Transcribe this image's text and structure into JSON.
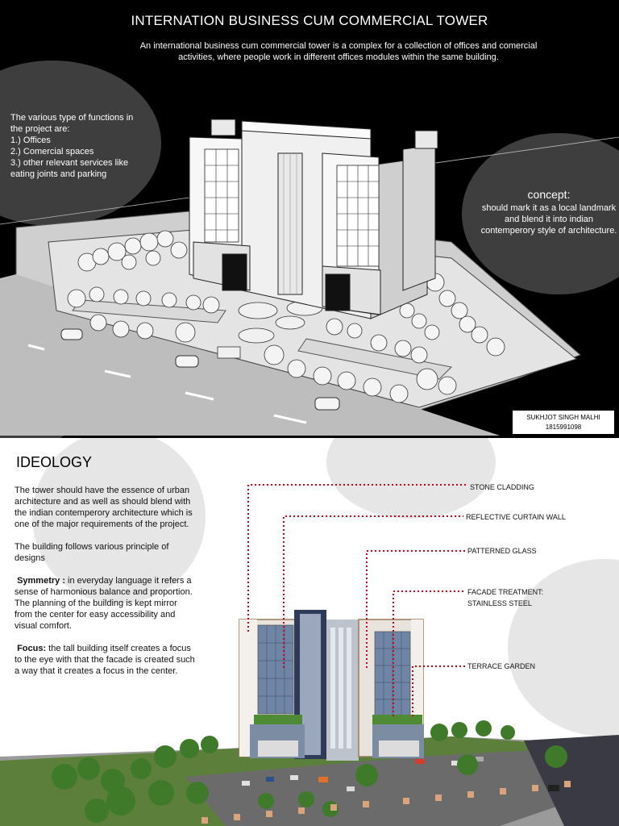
{
  "header": {
    "title": "INTERNATION BUSINESS CUM COMMERCIAL TOWER",
    "subtitle": "An international business cum commercial tower is a complex for a collection of offices and comercial activities, where people work in different offices modules within the same building."
  },
  "functions": {
    "intro_line1": "The various type of functions in",
    "intro_line2": "the project are:",
    "items": [
      "1.) Offices",
      "2.) Comercial spaces",
      "3.) other relevant services like",
      "eating joints and parking"
    ]
  },
  "concept": {
    "title": "concept:",
    "text": "should mark it as a local landmark and blend it into indian contemperory style of architecture."
  },
  "credit": {
    "name": "SUKHJOT SINGH MALHI",
    "id": "1815991098"
  },
  "ideology": {
    "title": "IDEOLOGY",
    "para1": "The tower should have the essence of urban architecture and as well as should blend with the indian contemperory architecture which is one of the major requirements of the project.",
    "para2": "The building follows various principle of designs",
    "symmetry_label": "Symmetry :",
    "symmetry_text": " in everyday language it refers a sense of harmonious balance and proportion.",
    "symmetry_text2": "The planning of the building is kept mirror  from the center for easy accessibility and visual comfort.",
    "focus_label": "Focus:",
    "focus_text": " the tall building itself creates a focus to the eye with that the facade is created such a way that it creates a focus in the center."
  },
  "callouts": {
    "stone": "STONE CLADDING",
    "curtain": "REFLECTIVE CURTAIN WALL",
    "glass": "PATTERNED GLASS",
    "facade_line1": "FACADE TREATMENT:",
    "facade_line2": "STAINLESS STEEL",
    "terrace": "TERRACE GARDEN"
  },
  "colors": {
    "background_top": "#000000",
    "circle_top": "#3e3e3e",
    "circle_bottom": "#e6e6e6",
    "callout_line": "#d0021b"
  }
}
